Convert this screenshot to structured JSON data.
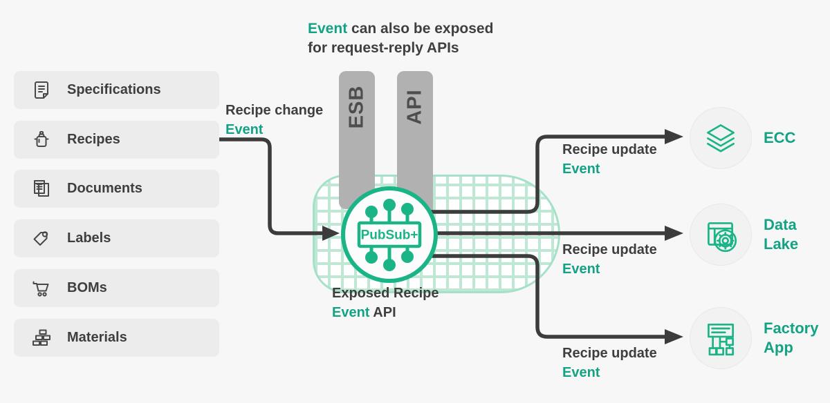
{
  "note": {
    "highlight": "Event",
    "line1_rest": " can also be exposed",
    "line2": "for request-reply APIs"
  },
  "sources": [
    {
      "label": "Specifications",
      "icon": "specification-document-icon"
    },
    {
      "label": "Recipes",
      "icon": "cooking-pot-icon"
    },
    {
      "label": "Documents",
      "icon": "stacked-pages-icon"
    },
    {
      "label": "Labels",
      "icon": "price-tag-icon"
    },
    {
      "label": "BOMs",
      "icon": "shopping-cart-icon"
    },
    {
      "label": "Materials",
      "icon": "brick-stack-icon"
    }
  ],
  "source_arrow": {
    "line1": "Recipe change",
    "highlight": "Event"
  },
  "bars": [
    {
      "label": "ESB"
    },
    {
      "label": "API"
    }
  ],
  "broker": {
    "logo": "PubSub+",
    "caption_line1": "Exposed Recipe",
    "caption_highlight": "Event",
    "caption_rest": " API"
  },
  "targets": [
    {
      "label_lines": [
        "ECC"
      ],
      "icon": "layers-icon",
      "arrow_label": {
        "line1": "Recipe update",
        "highlight": "Event"
      }
    },
    {
      "label_lines": [
        "Data",
        "Lake"
      ],
      "icon": "window-gear-icon",
      "arrow_label": {
        "line1": "Recipe update",
        "highlight": "Event"
      }
    },
    {
      "label_lines": [
        "Factory",
        "App"
      ],
      "icon": "org-board-icon",
      "arrow_label": {
        "line1": "Recipe update",
        "highlight": "Event"
      }
    }
  ],
  "colors": {
    "accent_green": "#13a284",
    "logo_green": "#1bb487",
    "arrow_dark": "#3c3c3c",
    "bar_gray": "#b1b1b1",
    "card_gray": "#ececec",
    "grid_mint": "#bee8d4",
    "text_dark": "#3e3e3e",
    "badge_gray": "#f2f2f2"
  }
}
